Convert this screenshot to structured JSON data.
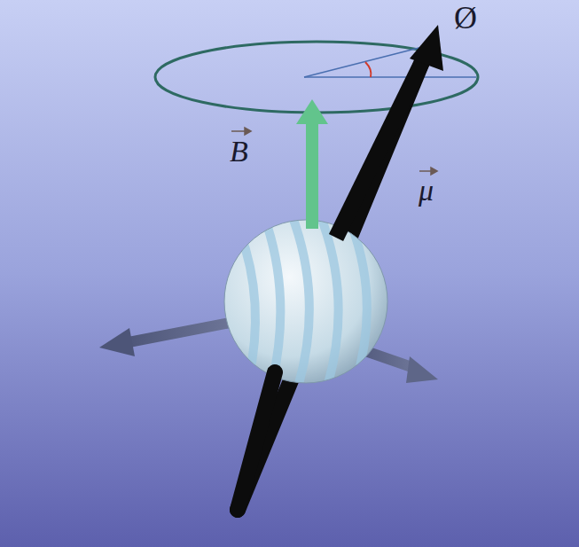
{
  "diagram": {
    "labels": [
      "Ø",
      "B",
      "μ"
    ]
  }
}
